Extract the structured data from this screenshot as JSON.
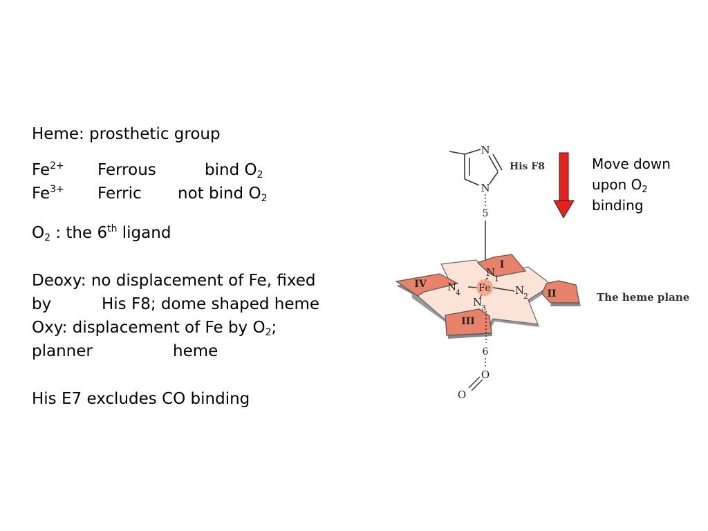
{
  "slide": {
    "title": "",
    "heme_line": "Heme: prosthetic group",
    "fe2": {
      "symbol": "Fe",
      "charge": "2+",
      "name": "Ferrous",
      "binding": "bind O",
      "binding_sub": "2"
    },
    "fe3": {
      "symbol": "Fe",
      "charge": "3+",
      "name": "Ferric",
      "binding": "not bind O",
      "binding_sub": "2"
    },
    "o2_line": {
      "o": "O",
      "sub": "2",
      "mid": " :  the 6",
      "sup": "th",
      "end": " ligand"
    },
    "deoxy": {
      "line1": "Deoxy: no displacement of Fe, fixed",
      "line2_a": "by",
      "line2_b": "His F8; dome shaped heme"
    },
    "oxy": {
      "line1_a": "Oxy: displacement of Fe by O",
      "line1_sub": "2",
      "line1_end": ";",
      "line2_a": "planner",
      "line2_b": "heme"
    },
    "his_e7": "His E7 excludes CO binding"
  },
  "figure": {
    "his_label": "His F8",
    "plane_label": "The heme plane",
    "n_top": "N",
    "n_bottom": "N",
    "bond5": "5",
    "bond6": "6",
    "fe": "Fe",
    "n1": "N",
    "n1_sub": "1",
    "n2": "N",
    "n2_sub": "2",
    "n3": "N",
    "n3_sub": "3",
    "n4": "N",
    "n4_sub": "4",
    "ring_i": "I",
    "ring_ii": "II",
    "ring_iii": "III",
    "ring_iv": "IV",
    "o_top": "O",
    "o_bottom": "O",
    "arrow_color": "#e8201c",
    "pyrrole_color": "#e8826b",
    "plane_color": "#fbe3d8"
  },
  "note": {
    "line1": "Move down",
    "line2_a": "upon O",
    "line2_sub": "2",
    "line3": "binding"
  }
}
